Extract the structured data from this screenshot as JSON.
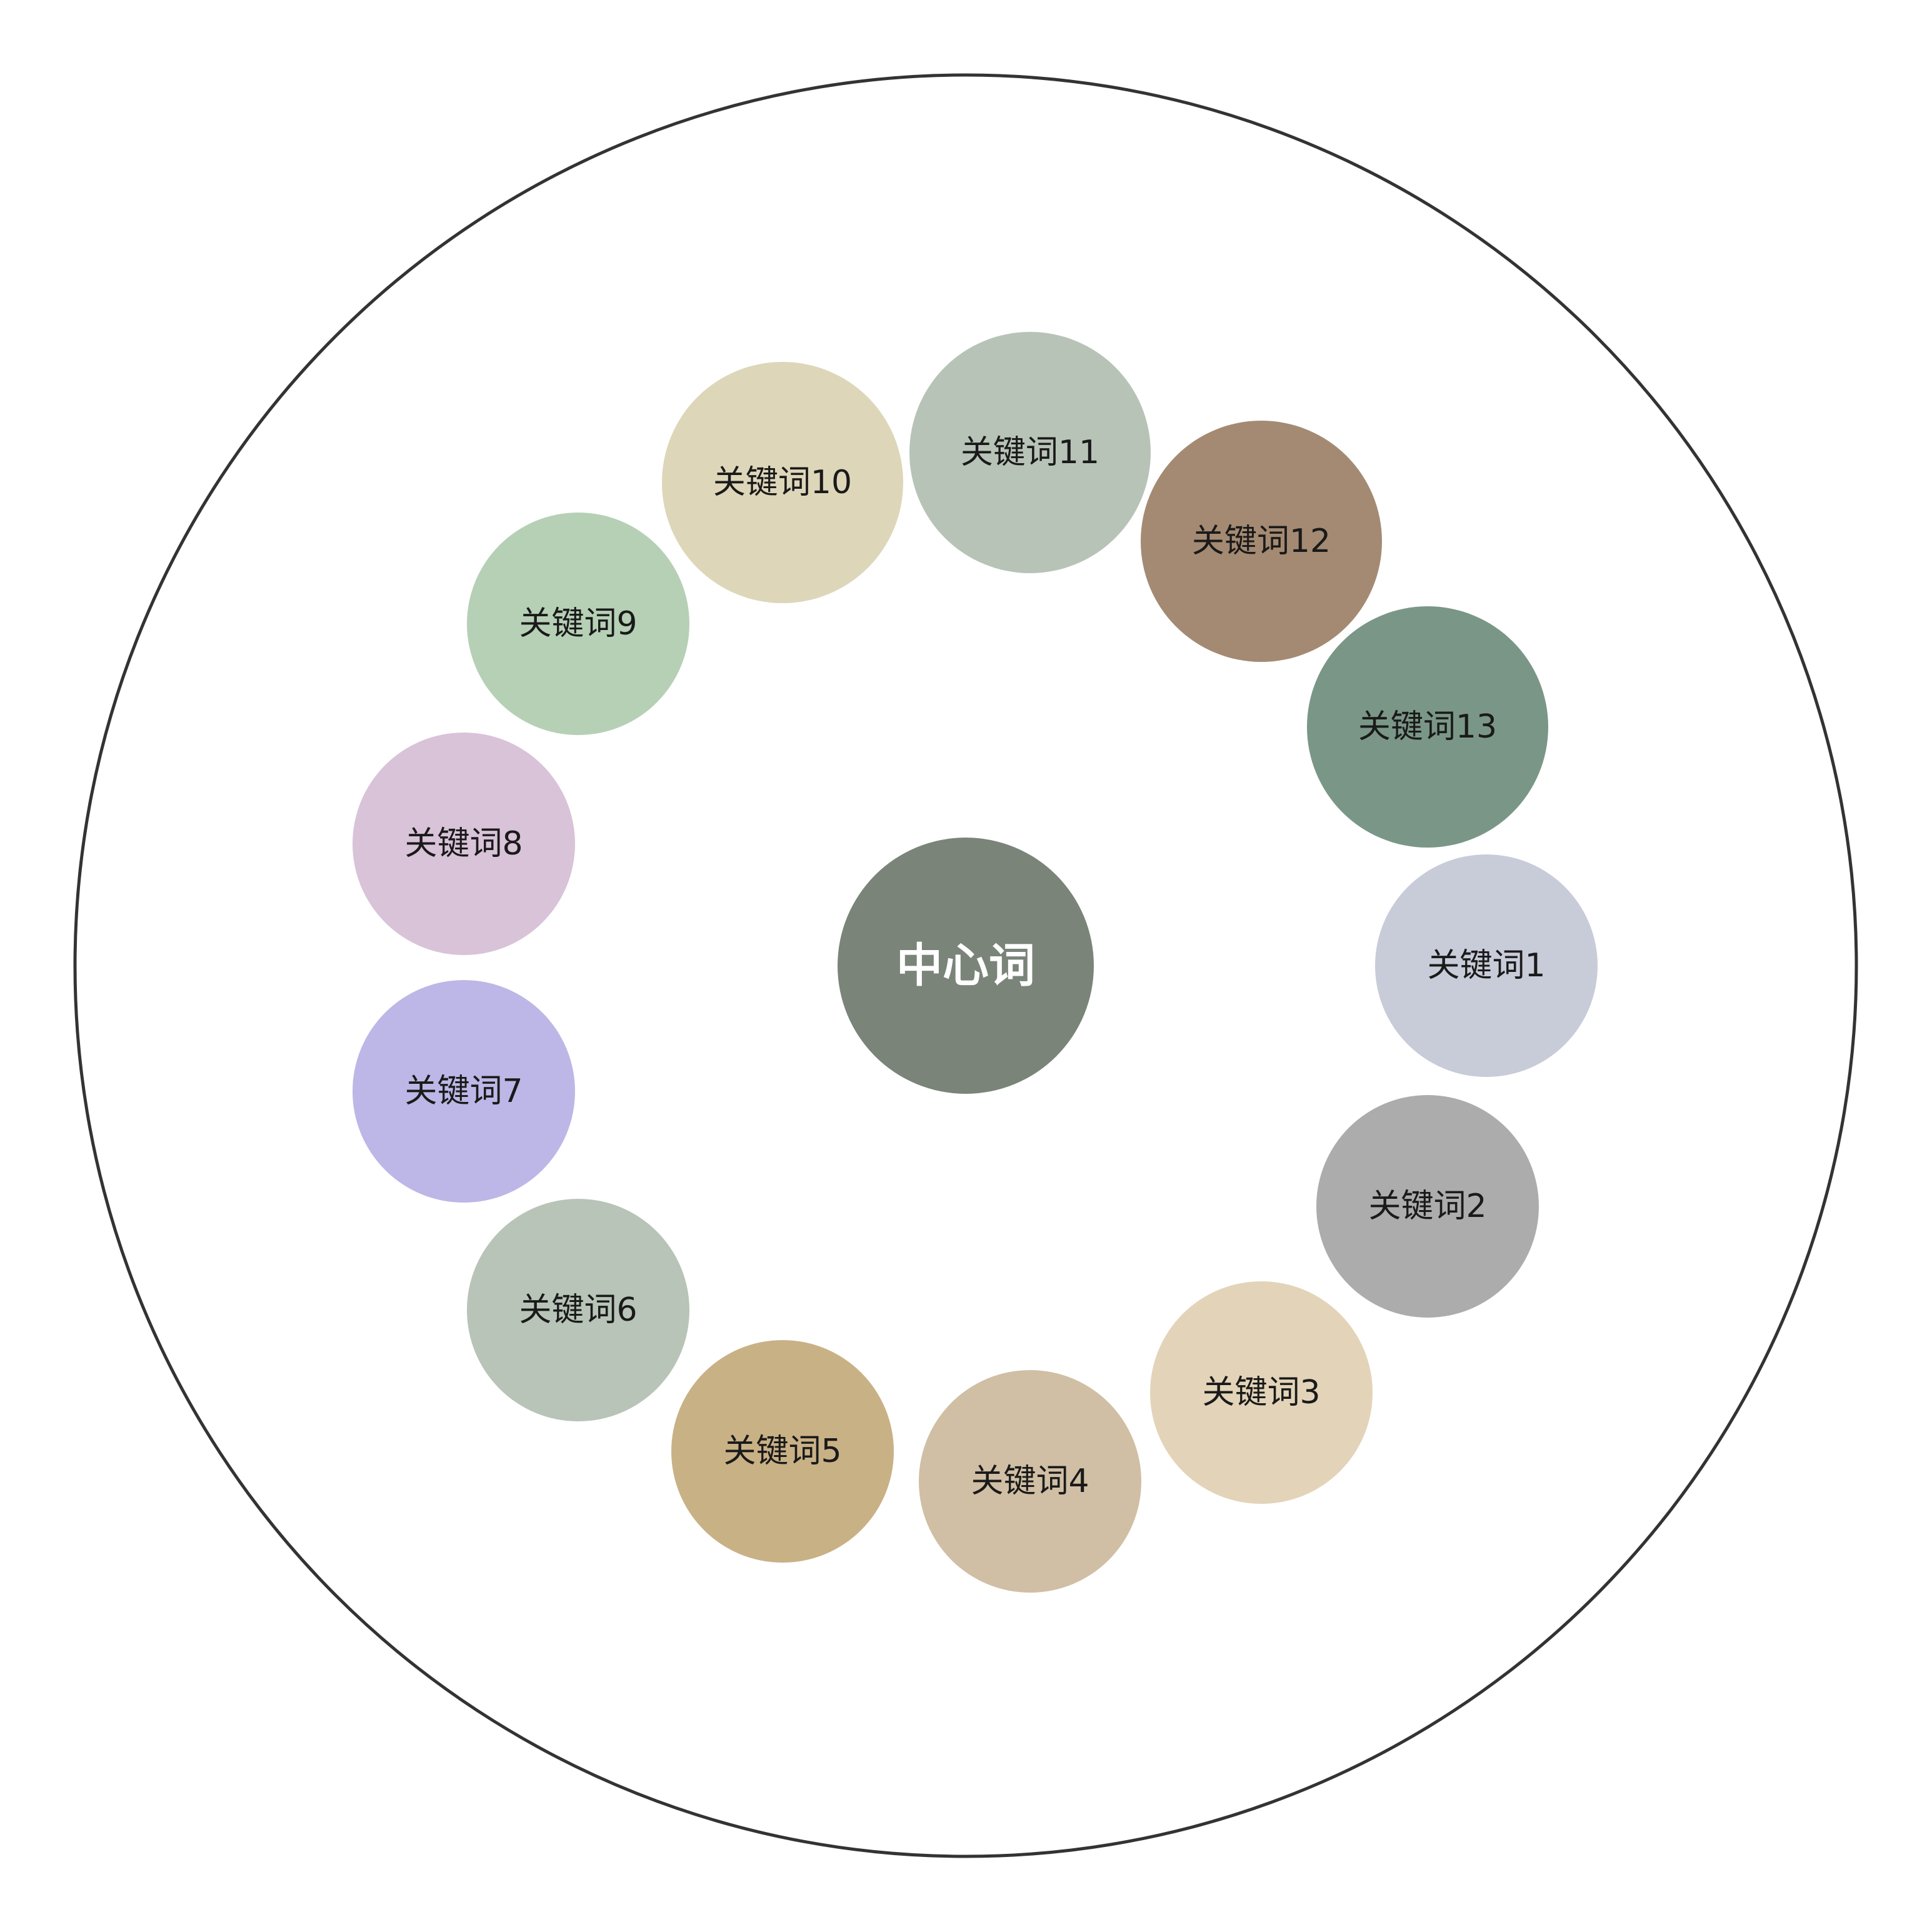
{
  "diagram": {
    "center": {
      "label": "中心词",
      "color": "#7a8479"
    },
    "outer_ring_color": "#333333",
    "keywords": [
      {
        "label": "关键词1",
        "color": "#c8cbd8"
      },
      {
        "label": "关键词2",
        "color": "#acacac"
      },
      {
        "label": "关键词3",
        "color": "#e3d4b9"
      },
      {
        "label": "关键词4",
        "color": "#d0bfa4"
      },
      {
        "label": "关键词5",
        "color": "#c9b186"
      },
      {
        "label": "关键词6",
        "color": "#b7c4b7"
      },
      {
        "label": "关键词7",
        "color": "#bcb7e6"
      },
      {
        "label": "关键词8",
        "color": "#d8c3d8"
      },
      {
        "label": "关键词9",
        "color": "#b6d0b6"
      },
      {
        "label": "关键词10",
        "color": "#ddd6b9"
      },
      {
        "label": "关键词11",
        "color": "#b8c3b7"
      },
      {
        "label": "关键词12",
        "color": "#a48a72"
      },
      {
        "label": "关键词13",
        "color": "#7a9687"
      }
    ]
  }
}
